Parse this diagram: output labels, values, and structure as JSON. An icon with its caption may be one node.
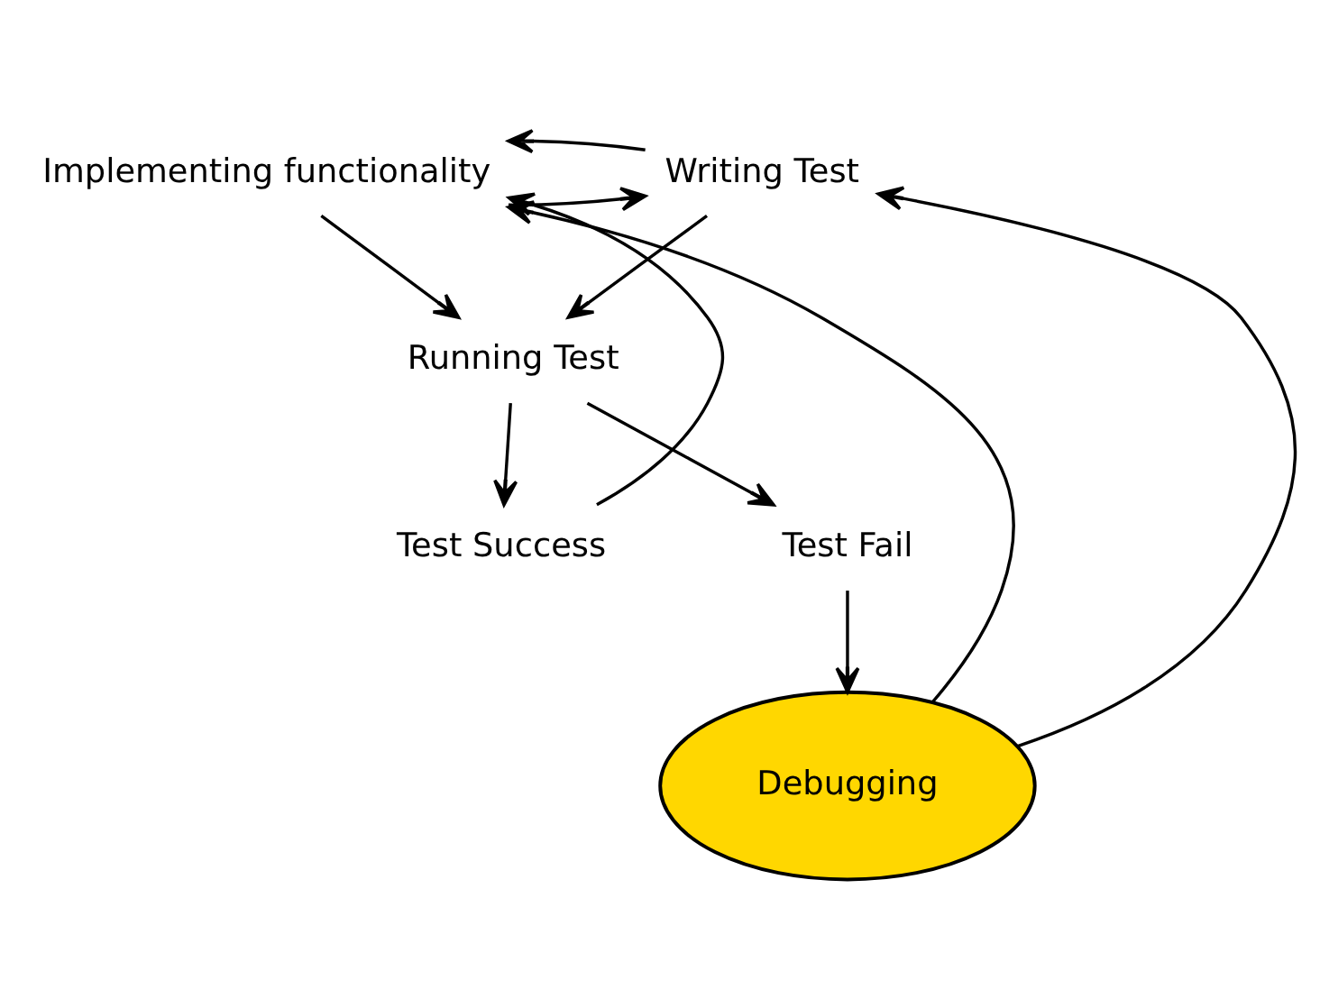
{
  "diagram": {
    "nodes": [
      {
        "text": [
          "Implementing functionality"
        ]
      },
      {
        "text": [
          "Writing Test"
        ]
      },
      {
        "text": [
          "Running Test"
        ]
      },
      {
        "text": [
          "Test Success"
        ]
      },
      {
        "text": [
          "Test Fail"
        ]
      },
      {
        "text": [
          "Debugging"
        ]
      }
    ],
    "edges": [
      {
        "from": 0,
        "to": 1,
        "arrow": "to"
      },
      {
        "from": 1,
        "to": 0,
        "arrow": "to"
      },
      {
        "from": 0,
        "to": 2,
        "arrow": "to"
      },
      {
        "from": 1,
        "to": 2,
        "arrow": "to"
      },
      {
        "from": 2,
        "to": 3,
        "arrow": "to"
      },
      {
        "from": 2,
        "to": 4,
        "arrow": "to"
      },
      {
        "from": 3,
        "to": 0,
        "arrow": "to"
      },
      {
        "from": 4,
        "to": 5,
        "arrow": "to"
      },
      {
        "from": 5,
        "to": 0,
        "arrow": "to"
      },
      {
        "from": 5,
        "to": 1,
        "arrow": "to"
      }
    ]
  }
}
